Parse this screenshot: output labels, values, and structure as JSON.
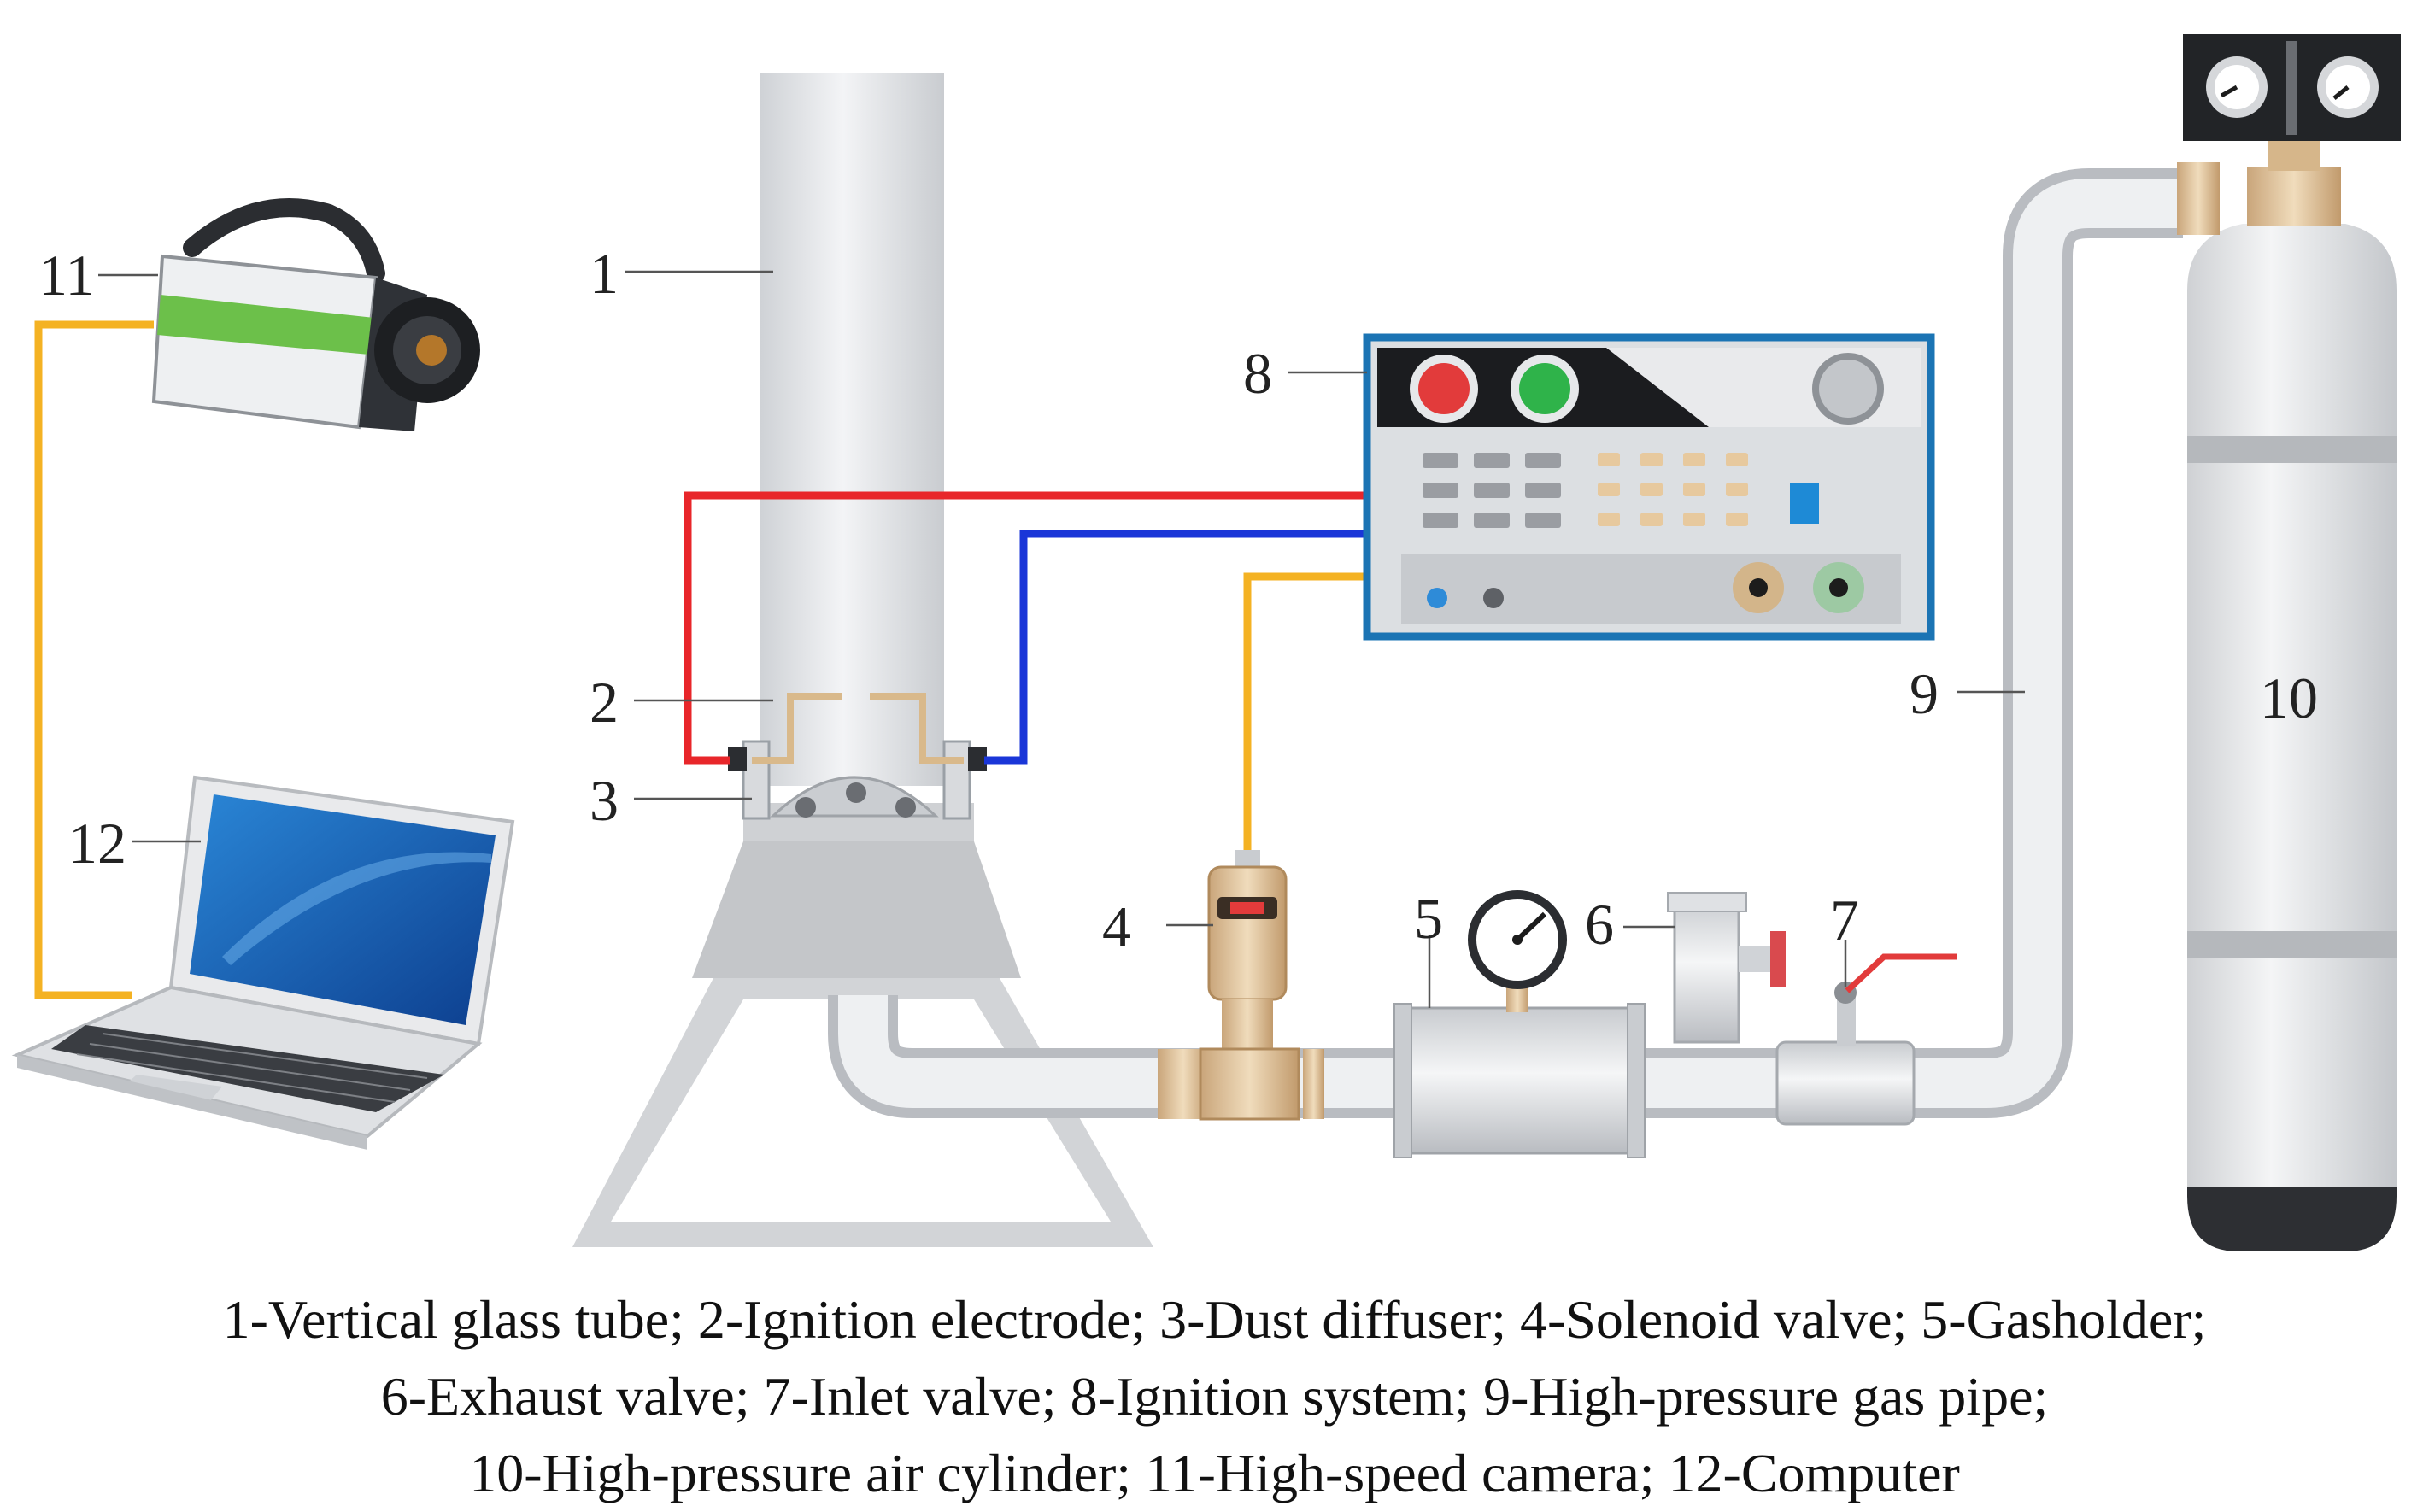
{
  "labels": {
    "tube": "1",
    "electrode": "2",
    "diffuser": "3",
    "solenoid": "4",
    "gasholder": "5",
    "exhaust": "6",
    "inlet": "7",
    "ignition": "8",
    "pipe": "9",
    "cylinder": "10",
    "camera": "11",
    "computer": "12"
  },
  "caption": {
    "line1": "1-Vertical glass tube; 2-Ignition electrode; 3-Dust diffuser; 4-Solenoid valve; 5-Gasholder;",
    "line2": "6-Exhaust valve; 7-Inlet valve; 8-Ignition system; 9-High-pressure gas pipe;",
    "line3": "10-High-pressure air cylinder; 11-High-speed camera; 12-Computer"
  },
  "colors": {
    "red_wire": "#e8262a",
    "blue_wire": "#1a36d8",
    "signal_wire": "#f4b223",
    "panel_border": "#1b74b4",
    "brass": "#d9b98b"
  }
}
